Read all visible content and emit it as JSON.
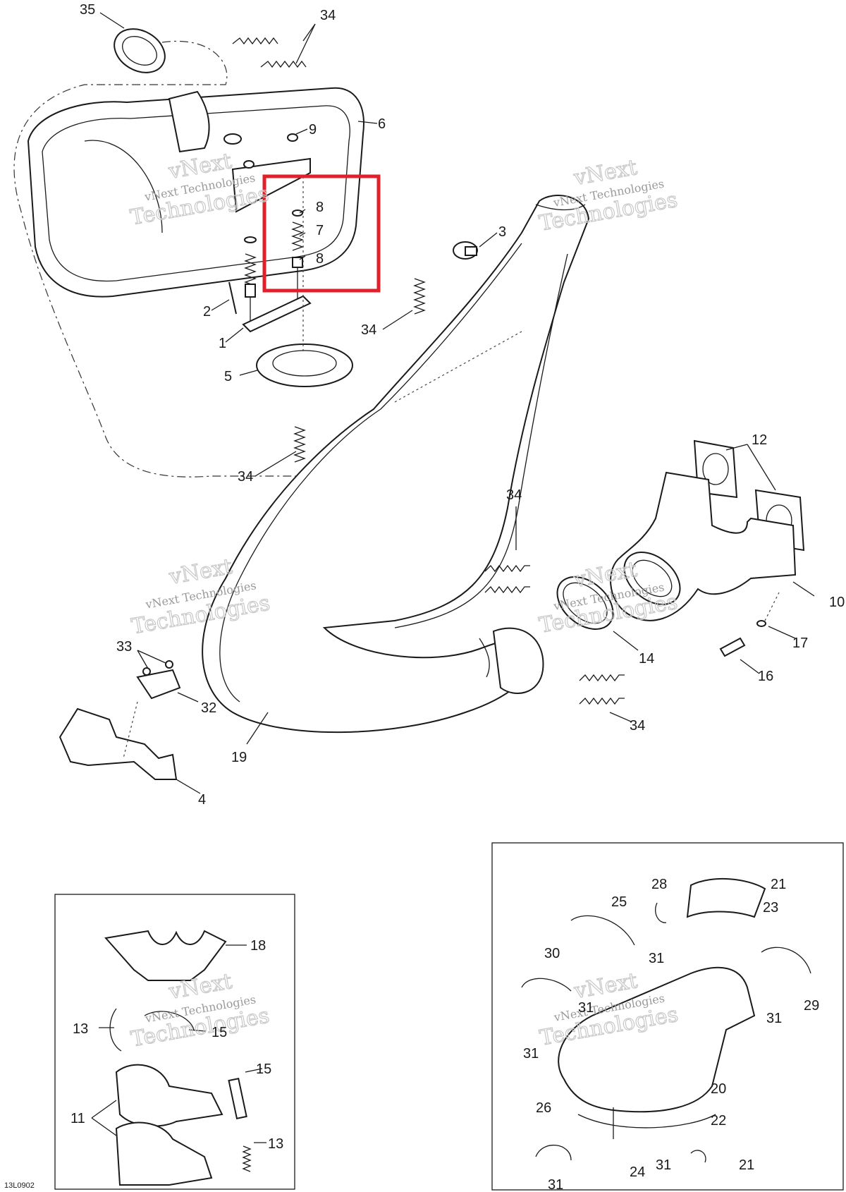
{
  "diagram": {
    "drawing_code": "13L0902",
    "watermark": {
      "line1": "vNext Technologies",
      "line2": "Technologies",
      "top": "vNext"
    },
    "highlight_color": "#e0202a",
    "callouts": {
      "c35": "35",
      "c34a": "34",
      "c9": "9",
      "c6": "6",
      "c8a": "8",
      "c7": "7",
      "c8b": "8",
      "c3": "3",
      "c2": "2",
      "c1": "1",
      "c34b": "34",
      "c5": "5",
      "c34c": "34",
      "c12": "12",
      "c34d": "34",
      "c10": "10",
      "c17": "17",
      "c14": "14",
      "c16": "16",
      "c33": "33",
      "c32": "32",
      "c19": "19",
      "c34e": "34",
      "c4": "4",
      "c18": "18",
      "c13a": "13",
      "c15a": "15",
      "c15b": "15",
      "c11": "11",
      "c13b": "13",
      "c28": "28",
      "c21a": "21",
      "c25": "25",
      "c23": "23",
      "c31a": "31",
      "c30": "30",
      "c31b": "31",
      "c29": "29",
      "c31c": "31",
      "c31d": "31",
      "c20": "20",
      "c26": "26",
      "c22": "22",
      "c24": "24",
      "c31e": "31",
      "c21b": "21",
      "c31f": "31"
    }
  }
}
